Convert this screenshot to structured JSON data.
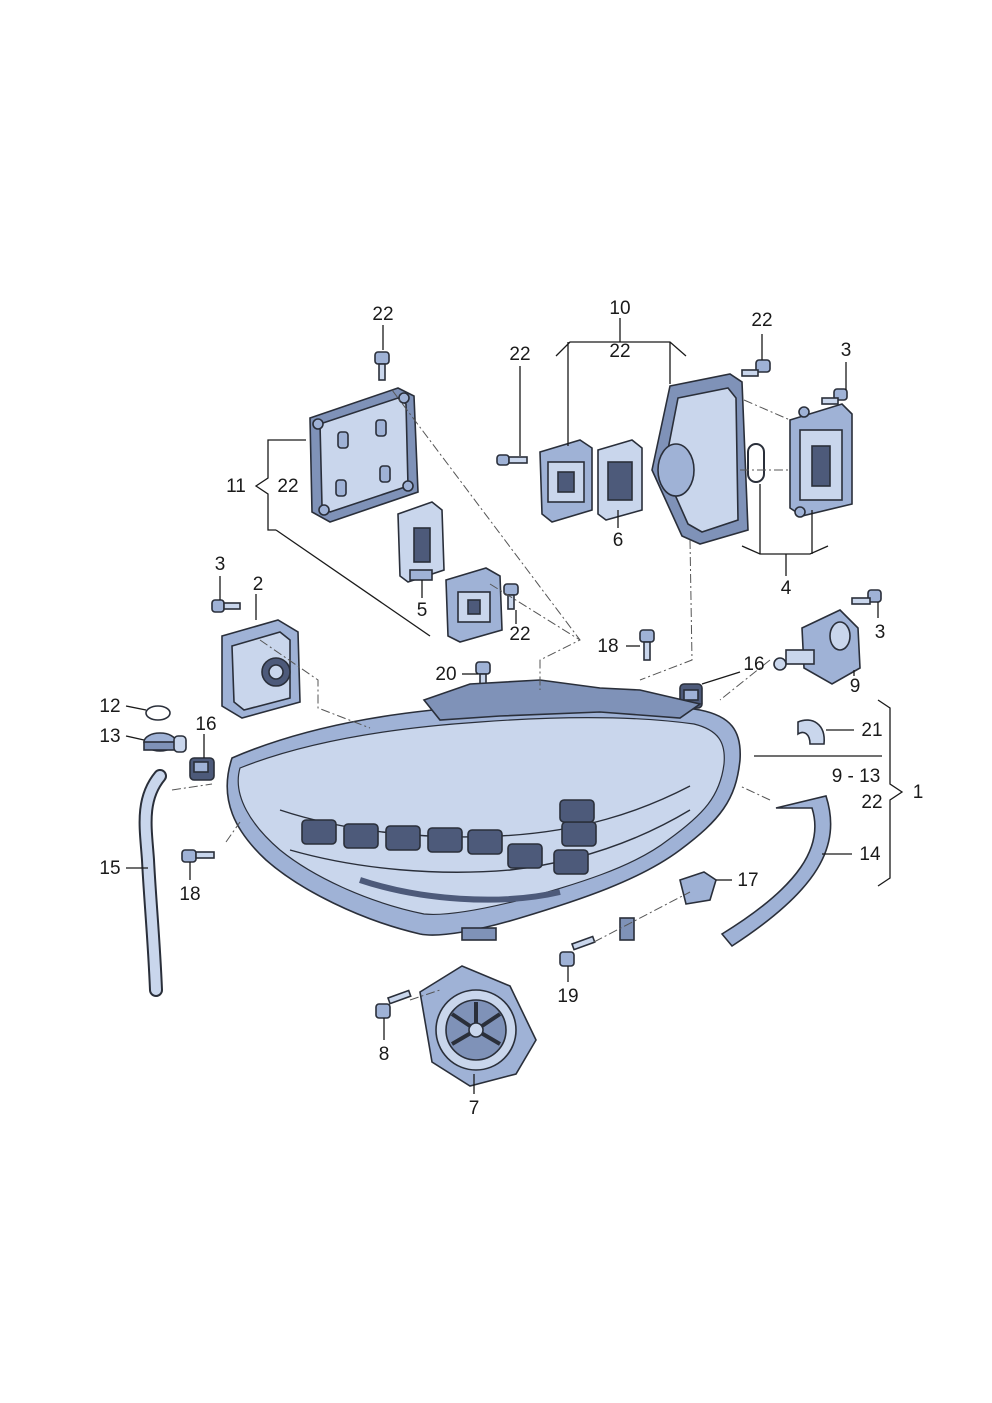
{
  "callouts": {
    "c1": "1",
    "c2": "2",
    "c3a": "3",
    "c3b": "3",
    "c3c": "3",
    "c4": "4",
    "c5": "5",
    "c6": "6",
    "c7": "7",
    "c8": "8",
    "c9": "9",
    "c9_13": "9 - 13",
    "c10": "10",
    "c11": "11",
    "c12": "12",
    "c13": "13",
    "c14": "14",
    "c15": "15",
    "c16a": "16",
    "c16b": "16",
    "c17": "17",
    "c18a": "18",
    "c18b": "18",
    "c19": "19",
    "c20": "20",
    "c21": "21",
    "c22a": "22",
    "c22b": "22",
    "c22c": "22",
    "c22d": "22",
    "c22e": "22",
    "c22f": "22",
    "c22g": "22"
  },
  "colors": {
    "light": "#c9d6ec",
    "mid": "#9fb2d6",
    "dark": "#4d5a7a",
    "line": "#1a1a1a"
  }
}
